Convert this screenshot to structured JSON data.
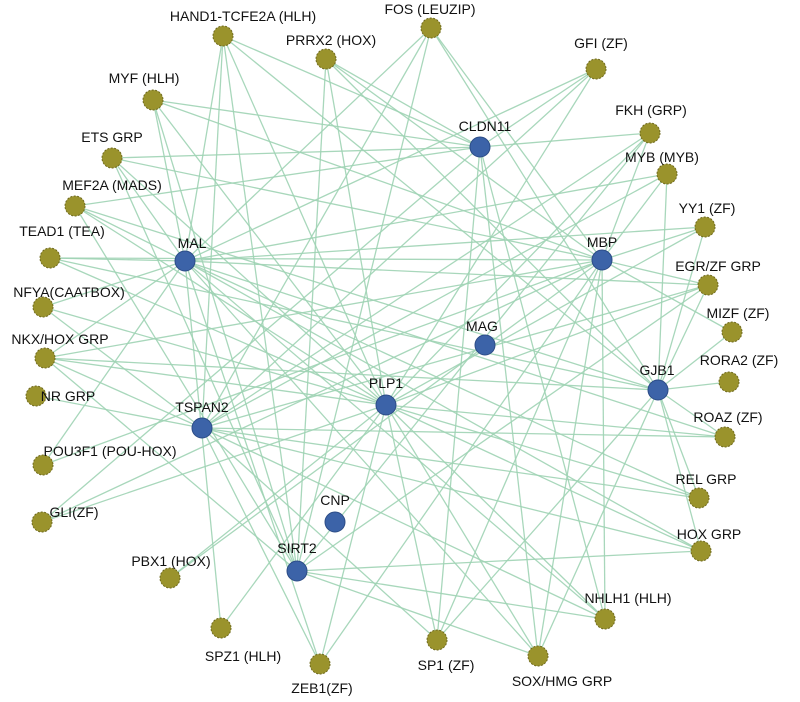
{
  "genes": [
    "CLDN11",
    "MAL",
    "MBP",
    "MAG",
    "PLP1",
    "GJB1",
    "TSPAN2",
    "CNP",
    "SIRT2"
  ],
  "tfs": [
    "HAND1-TCFE2A (HLH)",
    "FOS (LEUZIP)",
    "PRRX2 (HOX)",
    "GFI (ZF)",
    "MYF (HLH)",
    "FKH (GRP)",
    "ETS GRP",
    "MYB (MYB)",
    "MEF2A (MADS)",
    "YY1 (ZF)",
    "TEAD1 (TEA)",
    "EGR/ZF GRP",
    "NFYA(CAATBOX)",
    "MIZF (ZF)",
    "NKX/HOX GRP",
    "RORA2 (ZF)",
    "NR GRP",
    "ROAZ (ZF)",
    "POU3F1 (POU-HOX)",
    "REL GRP",
    "GLI(ZF)",
    "HOX GRP",
    "PBX1 (HOX)",
    "NHLH1 (HLH)",
    "SPZ1 (HLH)",
    "ZEB1(ZF)",
    "SP1 (ZF)",
    "SOX/HMG GRP"
  ],
  "edges": [
    [
      "HAND1-TCFE2A (HLH)",
      [
        "CLDN11",
        "MAL",
        "PLP1",
        "SIRT2",
        "TSPAN2",
        "GJB1"
      ]
    ],
    [
      "FOS (LEUZIP)",
      [
        "MAL",
        "MBP",
        "TSPAN2",
        "GJB1",
        "SIRT2"
      ]
    ],
    [
      "PRRX2 (HOX)",
      [
        "CLDN11",
        "MBP",
        "PLP1",
        "GJB1",
        "SIRT2"
      ]
    ],
    [
      "GFI (ZF)",
      [
        "CLDN11",
        "MAL",
        "TSPAN2",
        "PLP1"
      ]
    ],
    [
      "MYF (HLH)",
      [
        "CLDN11",
        "MAL",
        "PLP1",
        "MBP",
        "SIRT2"
      ]
    ],
    [
      "FKH (GRP)",
      [
        "CLDN11",
        "MBP",
        "PLP1",
        "TSPAN2",
        "SIRT2"
      ]
    ],
    [
      "ETS GRP",
      [
        "CLDN11",
        "MAL",
        "MBP",
        "PLP1",
        "SIRT2"
      ]
    ],
    [
      "MYB (MYB)",
      [
        "MBP",
        "MAL",
        "GJB1",
        "TSPAN2"
      ]
    ],
    [
      "MEF2A (MADS)",
      [
        "MAL",
        "CLDN11",
        "PLP1",
        "SIRT2",
        "GJB1"
      ]
    ],
    [
      "YY1 (ZF)",
      [
        "MBP",
        "MAL",
        "GJB1",
        "PLP1"
      ]
    ],
    [
      "TEAD1 (TEA)",
      [
        "MAL",
        "MBP",
        "PLP1",
        "GJB1"
      ]
    ],
    [
      "EGR/ZF GRP",
      [
        "MAL",
        "MBP",
        "TSPAN2",
        "GJB1",
        "PLP1",
        "SIRT2"
      ]
    ],
    [
      "NFYA(CAATBOX)",
      [
        "MAL",
        "PLP1",
        "TSPAN2"
      ]
    ],
    [
      "MIZF (ZF)",
      [
        "MBP",
        "GJB1"
      ]
    ],
    [
      "NKX/HOX GRP",
      [
        "MAL",
        "MBP",
        "PLP1",
        "TSPAN2",
        "GJB1",
        "SIRT2"
      ]
    ],
    [
      "RORA2 (ZF)",
      [
        "GJB1"
      ]
    ],
    [
      "NR GRP",
      [
        "TSPAN2"
      ]
    ],
    [
      "ROAZ (ZF)",
      [
        "GJB1",
        "TSPAN2",
        "PLP1",
        "MAL"
      ]
    ],
    [
      "POU3F1 (POU-HOX)",
      [
        "MAL",
        "MBP"
      ]
    ],
    [
      "REL GRP",
      [
        "PLP1",
        "GJB1",
        "MAL",
        "TSPAN2"
      ]
    ],
    [
      "GLI(ZF)",
      [
        "MBP",
        "CLDN11",
        "PLP1"
      ]
    ],
    [
      "HOX GRP",
      [
        "PLP1",
        "MAL",
        "SIRT2",
        "GJB1",
        "TSPAN2"
      ]
    ],
    [
      "PBX1 (HOX)",
      [
        "PLP1",
        "MBP"
      ]
    ],
    [
      "NHLH1 (HLH)",
      [
        "CLDN11",
        "MAL",
        "PLP1",
        "SIRT2",
        "TSPAN2",
        "MBP"
      ]
    ],
    [
      "SPZ1 (HLH)",
      [
        "PLP1",
        "MAL"
      ]
    ],
    [
      "ZEB1(ZF)",
      [
        "MAL",
        "MBP",
        "TSPAN2",
        "PLP1"
      ]
    ],
    [
      "SP1 (ZF)",
      [
        "CLDN11",
        "MBP",
        "TSPAN2",
        "PLP1",
        "GJB1"
      ]
    ],
    [
      "SOX/HMG GRP",
      [
        "CLDN11",
        "MBP",
        "PLP1",
        "GJB1",
        "MAL",
        "SIRT2"
      ]
    ]
  ]
}
